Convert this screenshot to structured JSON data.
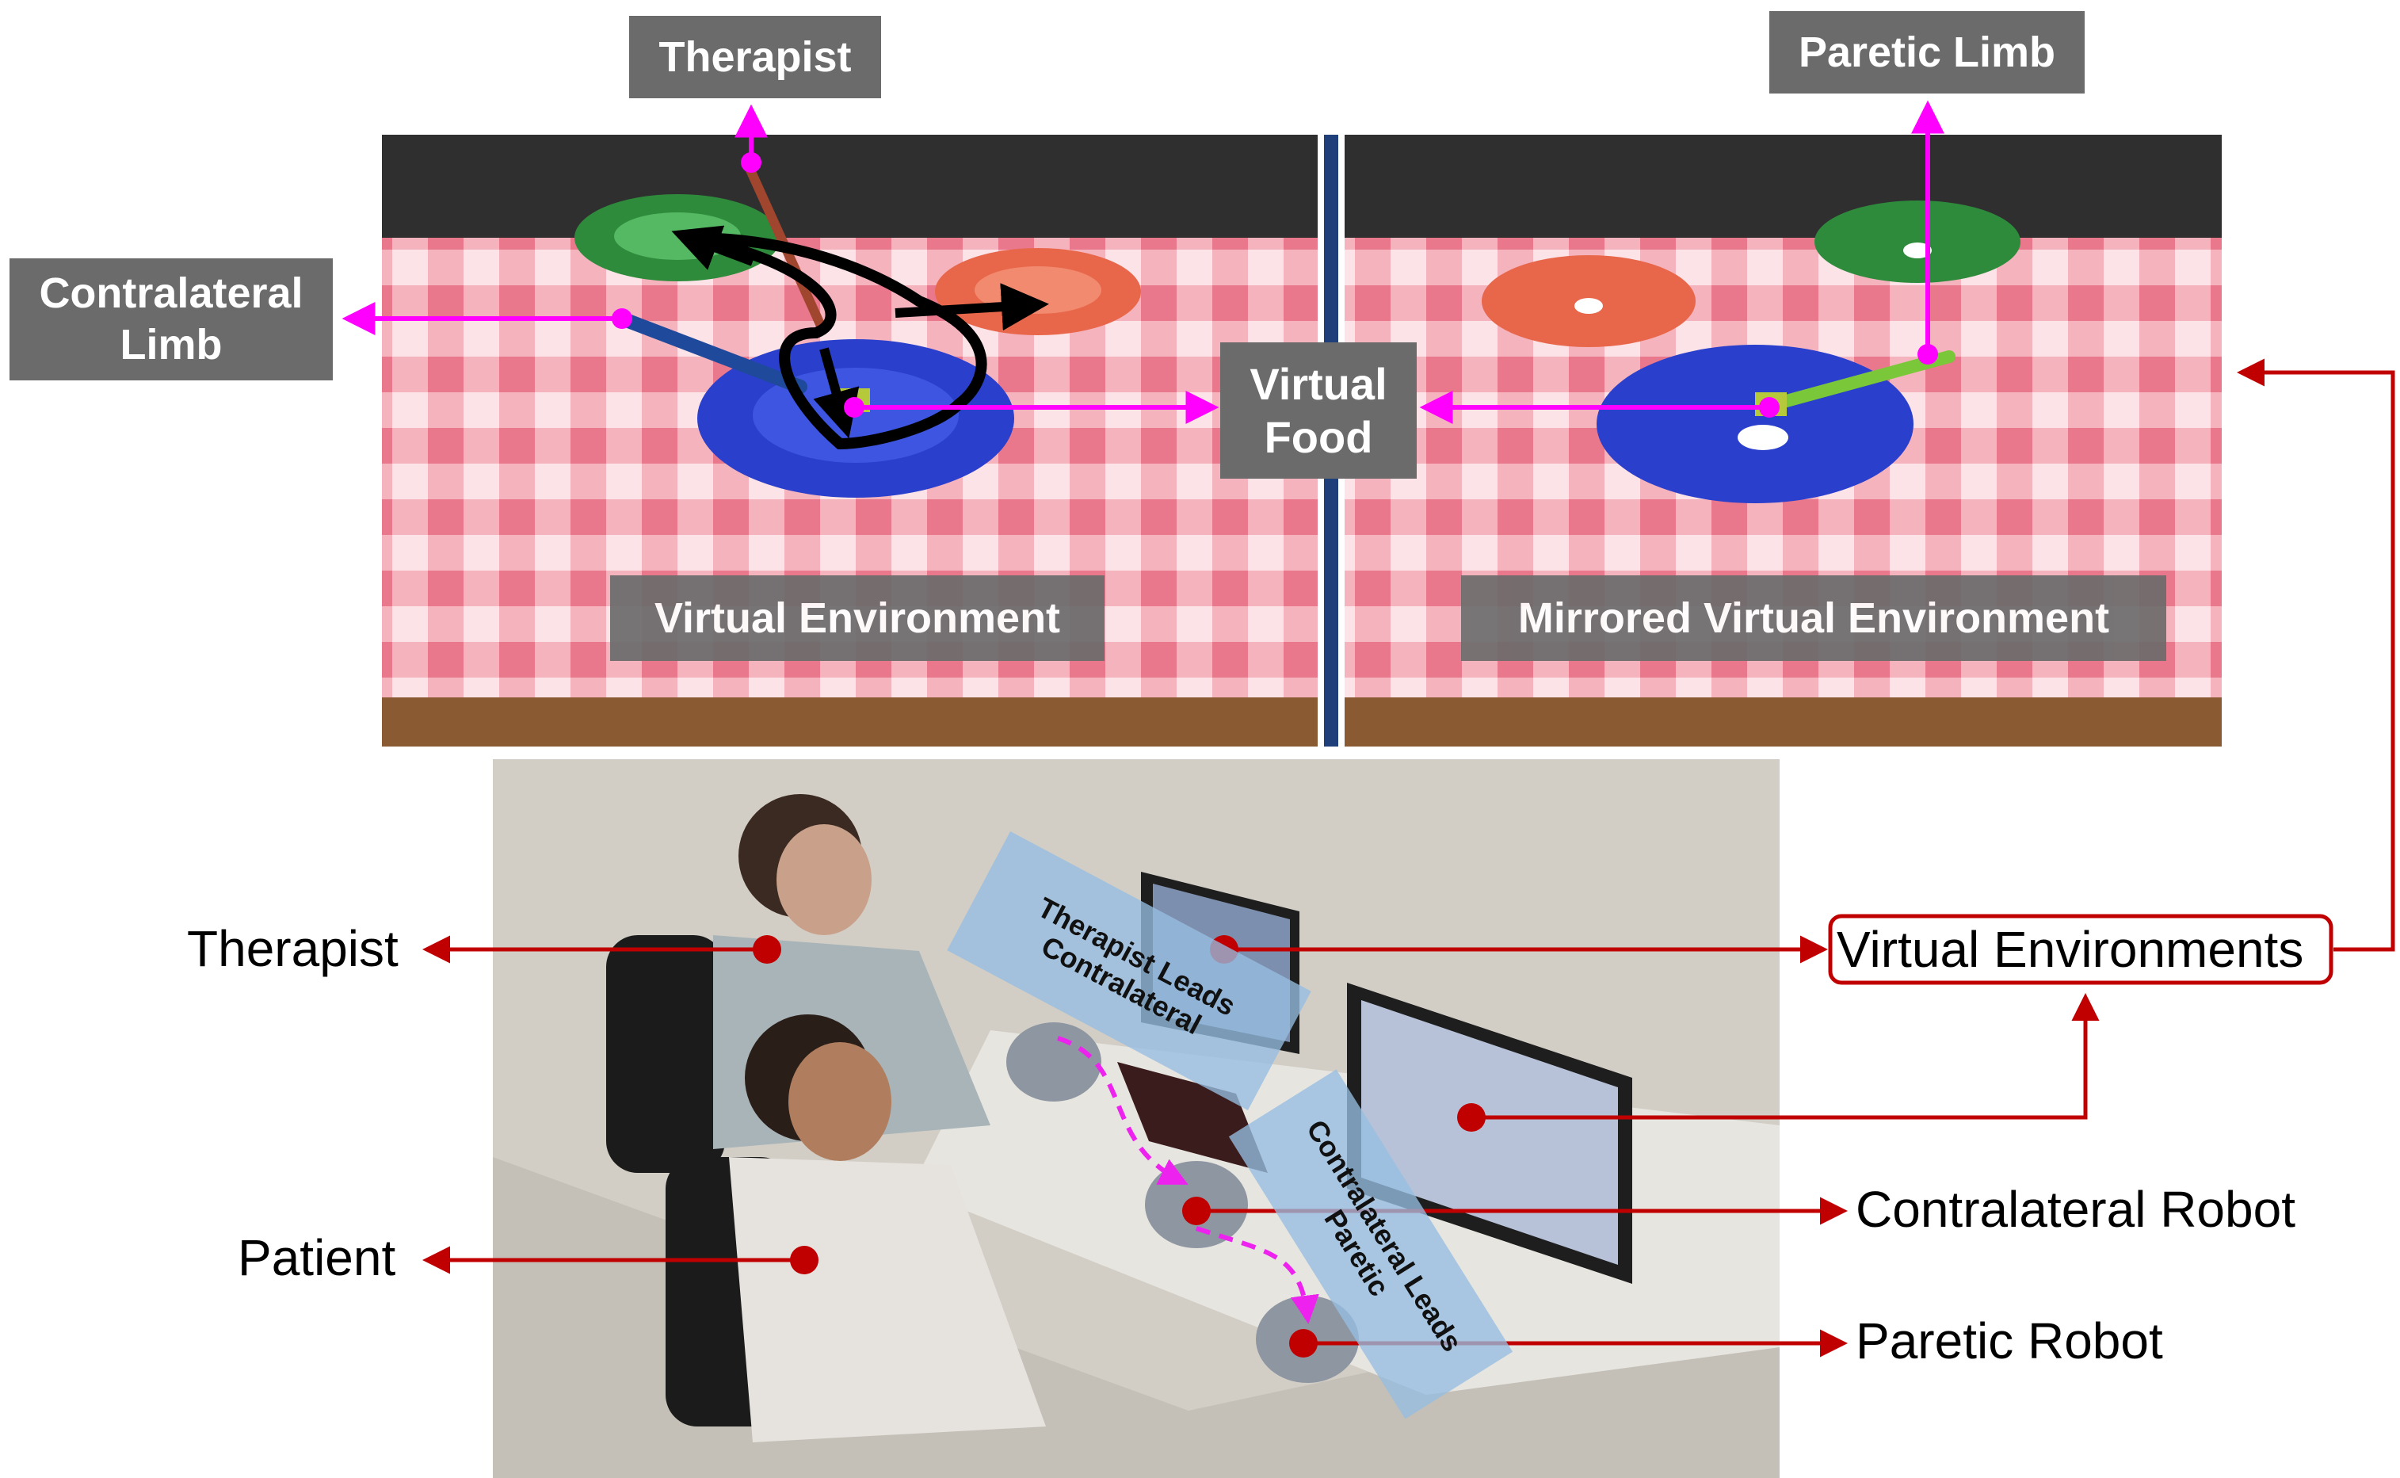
{
  "top_panel": {
    "labels": {
      "therapist": "Therapist",
      "paretic_limb": "Paretic Limb",
      "contralateral_limb": "Contralateral Limb",
      "virtual_food": "Virtual Food",
      "virtual_environment": "Virtual Environment",
      "mirrored_virtual_environment": "Mirrored Virtual Environment"
    }
  },
  "bottom_panel": {
    "labels": {
      "therapist": "Therapist",
      "patient": "Patient",
      "virtual_environments": "Virtual Environments",
      "contralateral_robot": "Contralateral Robot",
      "paretic_robot": "Paretic Robot"
    },
    "banners": {
      "therapist_leads": "Therapist Leads Contralateral",
      "contralateral_leads": "Contralateral Leads Paretic"
    }
  },
  "colors": {
    "magenta_arrow": "#ff00ff",
    "red_arrow": "#c00000",
    "label_background": "#6b6b6b",
    "table_check_pink": "#f2a3b0",
    "green_plate": "#2e8b3c",
    "orange_plate": "#e8674a",
    "blue_plate": "#2a3fcc"
  }
}
